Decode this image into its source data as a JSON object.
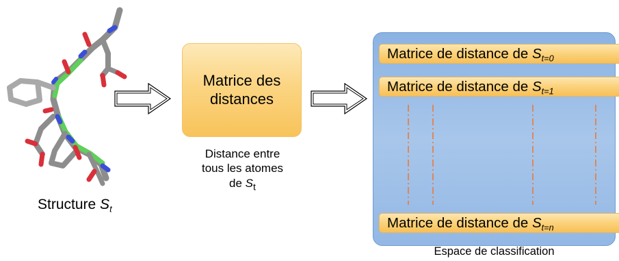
{
  "structure": {
    "caption_prefix": "Structure ",
    "caption_symbol": "S",
    "caption_sub": "t"
  },
  "distance_box": {
    "title_line1": "Matrice des",
    "title_line2": "distances",
    "desc_line1": "Distance entre",
    "desc_line2": "tous les atomes",
    "desc_line3_prefix": "de ",
    "desc_symbol": "S",
    "desc_sub": "t"
  },
  "classification": {
    "rows": [
      {
        "prefix": "Matrice de distance de ",
        "symbol": "S",
        "sub": "t=0"
      },
      {
        "prefix": "Matrice de distance de ",
        "symbol": "S",
        "sub": "t=1"
      },
      {
        "prefix": "Matrice de distance de ",
        "symbol": "S",
        "sub": "t=n"
      }
    ],
    "caption": "Espace de classification"
  },
  "colors": {
    "orange_box": "#fbd583",
    "blue_panel": "#a8c6ea",
    "dash": "#e97a3a"
  }
}
